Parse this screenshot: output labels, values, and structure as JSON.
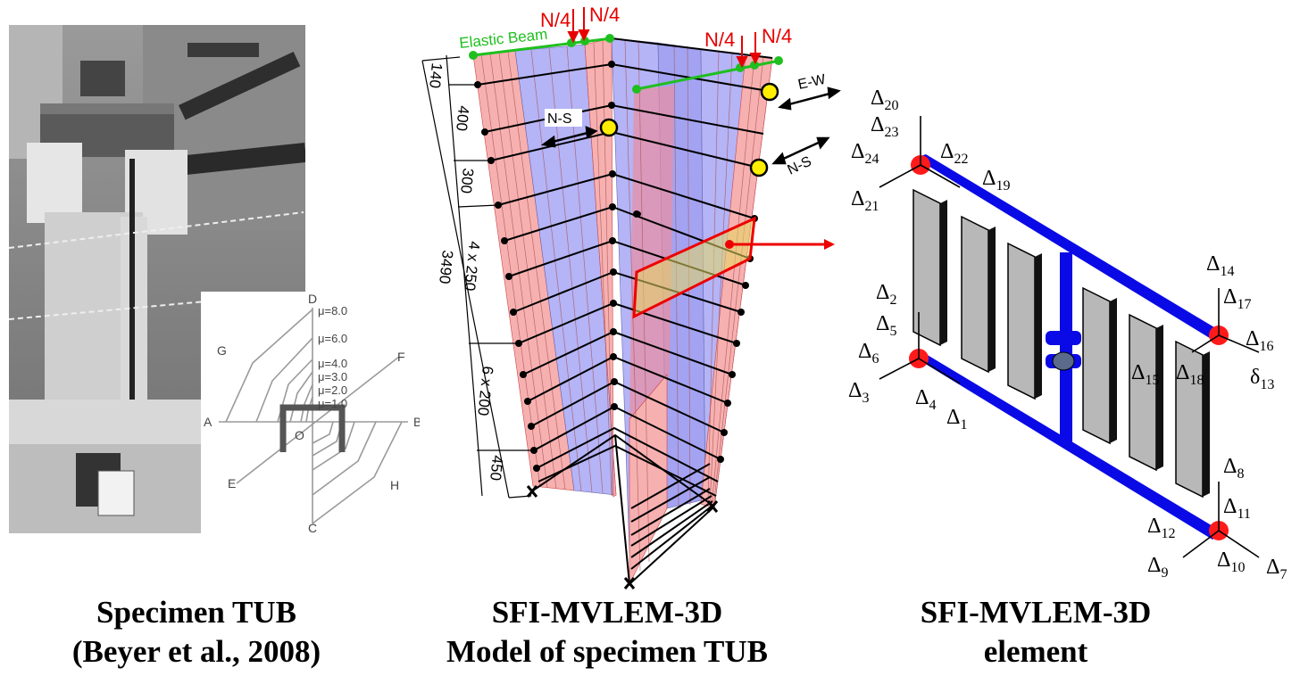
{
  "captions": {
    "left": [
      "Specimen TUB",
      "(Beyer et al., 2008)"
    ],
    "middle": [
      "SFI-MVLEM-3D",
      "Model of specimen TUB"
    ],
    "right": [
      "SFI-MVLEM-3D",
      "element"
    ]
  },
  "loading_pattern": {
    "points": [
      "D",
      "G",
      "F",
      "A",
      "B",
      "O",
      "E",
      "H",
      "C"
    ],
    "ductility_levels": [
      "μ=8.0",
      "μ=6.0",
      "μ=4.0",
      "μ=3.0",
      "μ=2.0",
      "μ=1.0"
    ]
  },
  "model": {
    "loads": [
      "N/4",
      "N/4",
      "N/4",
      "N/4"
    ],
    "elastic_beam_label": "Elastic Beam",
    "directions": [
      "N-S",
      "E-W",
      "N-S"
    ],
    "dimensions": [
      "140",
      "400",
      "300",
      "4 x 250",
      "3490",
      "6 x 200",
      "450"
    ]
  },
  "element": {
    "dofs": [
      "20",
      "23",
      "24",
      "22",
      "19",
      "21",
      "14",
      "17",
      "16",
      "13",
      "15",
      "18",
      "2",
      "5",
      "6",
      "3",
      "4",
      "1",
      "8",
      "11",
      "12",
      "9",
      "10",
      "7"
    ]
  },
  "colors": {
    "red_panel": "#f4a6a6",
    "blue_panel": "#a9a9f5",
    "beam_blue": "#0a0ae6",
    "node_red": "#ff1a1a",
    "elastic_green": "#1fbf1f",
    "load_red": "#e60000"
  }
}
